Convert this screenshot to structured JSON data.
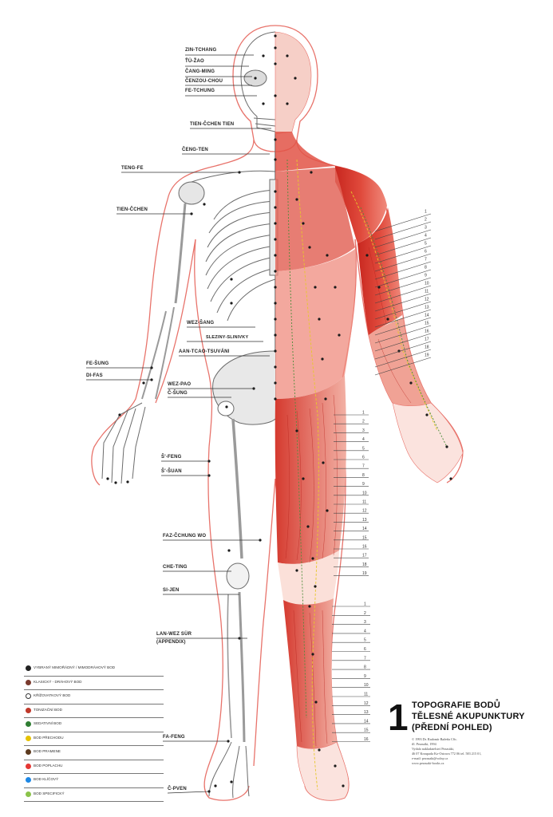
{
  "labels_left": [
    {
      "text": "ZIN-TCHANG"
    },
    {
      "text": "ŤÜ-ŽAO"
    },
    {
      "text": "ČANG-MING"
    },
    {
      "text": "ČENZOU-CHOU"
    },
    {
      "text": "FE-TCHUNG"
    },
    {
      "text": "TIEN-ČCHEN TIEN"
    },
    {
      "text": "ČENG-TEN"
    },
    {
      "text": "TENG-FE"
    },
    {
      "text": "TIEN-ČCHEN"
    },
    {
      "text": "WEZ-ŠANG"
    },
    {
      "text": "SLEZINY-SLINIVKY"
    },
    {
      "text": "AAN-TCAO-TSUVÁNI"
    },
    {
      "text": "FE-ŠUNG"
    },
    {
      "text": "DI-FAS"
    },
    {
      "text": "WEZ-PAO"
    },
    {
      "text": "Č-ŠUNG"
    },
    {
      "text": "Š'-FENG"
    },
    {
      "text": "Š'-ŠUAN"
    },
    {
      "text": "FAZ-ČCHUNG WO"
    },
    {
      "text": "CHE-TING"
    },
    {
      "text": "SI-JEN"
    },
    {
      "text": "LAN-WEZ SÜR"
    },
    {
      "text": "(APPENDIX)"
    },
    {
      "text": "FA-FENG"
    },
    {
      "text": "Č-PVEN"
    }
  ],
  "scale_groups": {
    "arm": [
      "1",
      "2",
      "3",
      "4",
      "5",
      "6",
      "7",
      "8",
      "9",
      "10",
      "11",
      "12",
      "13",
      "14",
      "15",
      "16",
      "17",
      "18",
      "19"
    ],
    "thigh": [
      "1",
      "2",
      "3",
      "4",
      "5",
      "6",
      "7",
      "8",
      "9",
      "10",
      "11",
      "12",
      "13",
      "14",
      "15",
      "16",
      "17",
      "18",
      "19"
    ],
    "shin": [
      "1",
      "2",
      "3",
      "4",
      "5",
      "6",
      "7",
      "8",
      "9",
      "10",
      "11",
      "12",
      "13",
      "14",
      "15",
      "16"
    ]
  },
  "legend": [
    {
      "text": "VYBRANÝ MIMOŘÁDNÝ / MIMODRÁHOVÝ BOD",
      "color": "#222222"
    },
    {
      "text": "KLASICKÝ - DRÁHOVÝ BOD",
      "color": "#7a3b2e"
    },
    {
      "text": "KŘÍŽOVATKOVÝ BOD",
      "color": "#ffffff"
    },
    {
      "text": "TONIZAČNÍ BOD",
      "color": "#c0392b"
    },
    {
      "text": "SEDATIVNÍ BOD",
      "color": "#2e7d32"
    },
    {
      "text": "BOD PŘECHODU",
      "color": "#e6c200"
    },
    {
      "text": "BOD PRAMENE",
      "color": "#5c3a1e"
    },
    {
      "text": "BOD POPLACHU",
      "color": "#e53935"
    },
    {
      "text": "BOD KLÍČOVÝ",
      "color": "#1e88e5"
    },
    {
      "text": "BOD SPECIFICKÝ",
      "color": "#8bc34a"
    }
  ],
  "title": {
    "number": "1",
    "line1": "TOPOGRAFIE BODŮ",
    "line2": "TĚLESNÉ AKUPUNKTURY",
    "line3": "(PŘEDNÍ POHLED)"
  },
  "imprint": [
    "© 1993 Dr. Radomír Bažeňa CSc.",
    "ill. Pezasáki, 1994",
    "Vydalo nakladatelství Pezasáki,",
    "46 07 Kroupada Ko-Ostrava 772 06 tel. 583 215 0 l,",
    "e-mail: pezasaki@volny.cz",
    "www.pezasaki-books.cz"
  ],
  "colors": {
    "skeleton_line": "#6b6b6b",
    "skin_outline": "#e8736b",
    "muscle_red": "#d9322a",
    "muscle_light": "#f3a59a",
    "meridian_yellow": "#e7c82b",
    "meridian_green": "#4c8c3a",
    "point_black": "#1a1a1a"
  }
}
